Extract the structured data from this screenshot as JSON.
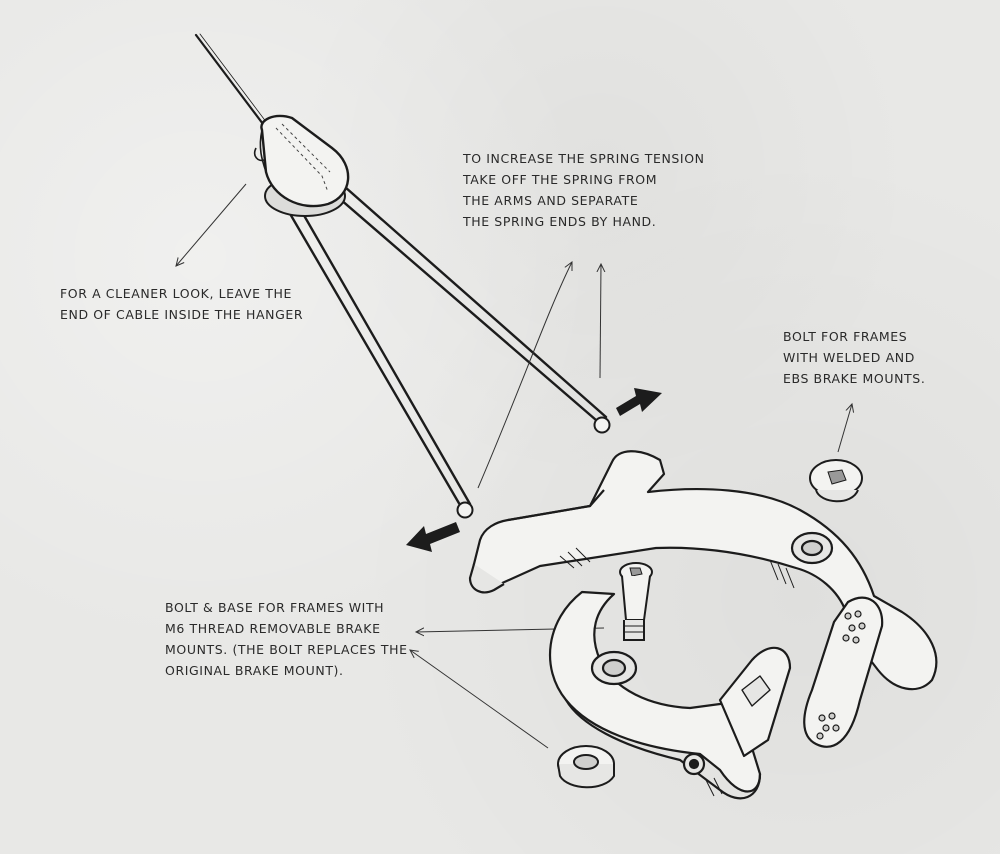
{
  "annotations": {
    "spring_tension": {
      "lines": [
        "TO INCREASE THE SPRING TENSION",
        "TAKE OFF  THE SPRING FROM",
        "THE ARMS AND SEPARATE",
        "THE SPRING ENDS BY HAND."
      ]
    },
    "cable_hanger": {
      "lines": [
        "FOR A CLEANER LOOK, LEAVE THE",
        "END OF CABLE INSIDE THE HANGER"
      ]
    },
    "bolt_welded": {
      "lines": [
        "BOLT FOR FRAMES",
        "WITH WELDED AND",
        "EBS BRAKE MOUNTS."
      ]
    },
    "bolt_base": {
      "lines": [
        "BOLT & BASE  FOR FRAMES WITH",
        "M6 THREAD REMOVABLE BRAKE",
        "MOUNTS. (THE BOLT REPLACES THE",
        "ORIGINAL BRAKE MOUNT)."
      ]
    }
  },
  "colors": {
    "ink": "#1c1c1c",
    "paper": "#e8e8e6",
    "part_fill": "#f3f3f1"
  }
}
